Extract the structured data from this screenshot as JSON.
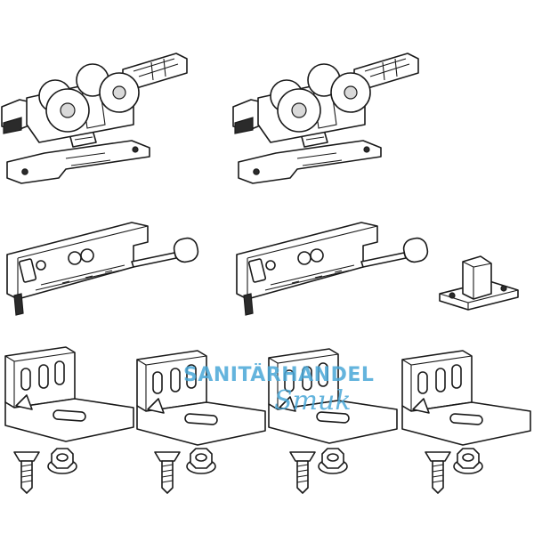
{
  "watermark": {
    "brand": "SANITÄRHANDEL",
    "script": "Smuk",
    "color": "#4aa8d8"
  },
  "product_sheet": {
    "kinds": [
      "roller-carriage",
      "damper",
      "floor-guide",
      "angle-bracket",
      "countersunk-screw",
      "flange-nut"
    ],
    "counts": {
      "roller-carriage": 2,
      "damper": 2,
      "floor-guide": 1,
      "angle-bracket": 4,
      "countersunk-screw": 4,
      "flange-nut": 4
    }
  }
}
